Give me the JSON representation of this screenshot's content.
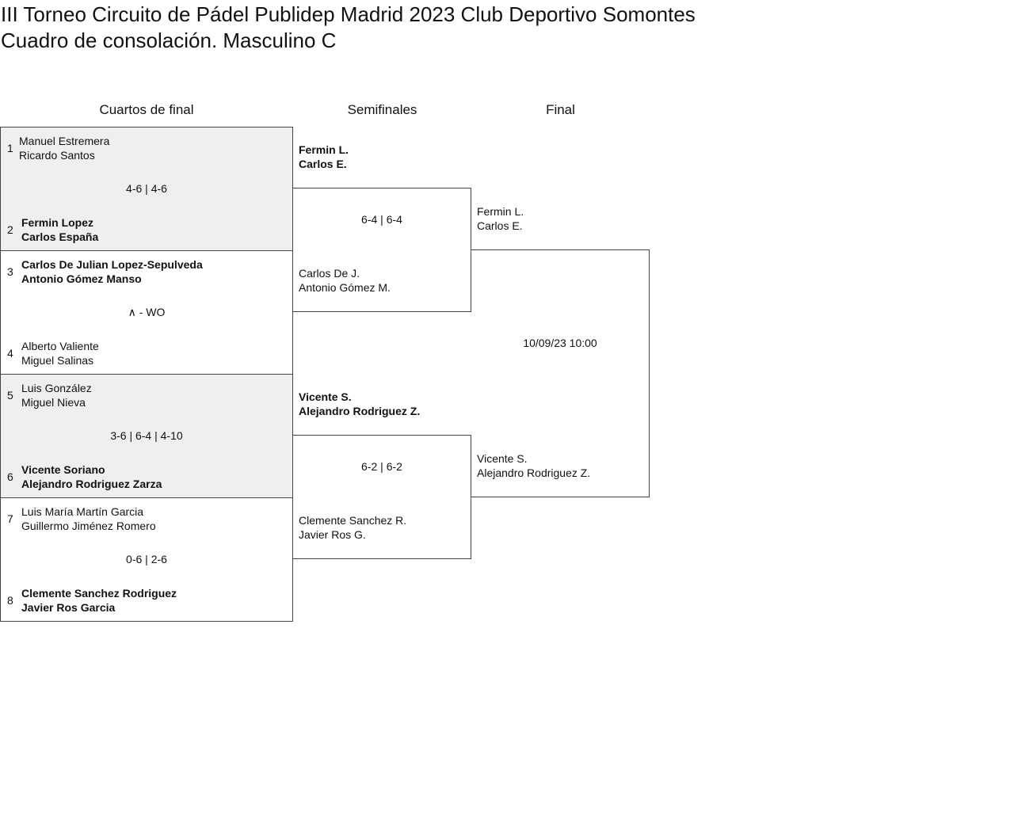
{
  "title": [
    "III Torneo Circuito de Pádel Publidep Madrid 2023 Club Deportivo Somontes",
    "Cuadro de consolación. Masculino C"
  ],
  "rounds": [
    "Cuartos de final",
    "Semifinales",
    "Final"
  ],
  "quarterfinals": [
    {
      "score": "4-6 | 4-6",
      "t1": {
        "num": "1",
        "p1": "Manuel Estremera",
        "p2": "Ricardo Santos",
        "win": false
      },
      "t2": {
        "num": "2",
        "p1": "Fermin Lopez",
        "p2": "Carlos España",
        "win": true
      }
    },
    {
      "score": "∧ - WO",
      "t1": {
        "num": "3",
        "p1": "Carlos De Julian Lopez-Sepulveda",
        "p2": "Antonio Gómez Manso",
        "win": true
      },
      "t2": {
        "num": "4",
        "p1": "Alberto Valiente",
        "p2": "Miguel Salinas",
        "win": false
      }
    },
    {
      "score": "3-6 | 6-4 | 4-10",
      "t1": {
        "num": "5",
        "p1": "Luis González",
        "p2": "Miguel Nieva",
        "win": false
      },
      "t2": {
        "num": "6",
        "p1": "Vicente Soriano",
        "p2": "Alejandro Rodriguez Zarza",
        "win": true
      }
    },
    {
      "score": "0-6 | 2-6",
      "t1": {
        "num": "7",
        "p1": "Luis María Martín Garcia",
        "p2": "Guillermo Jiménez Romero",
        "win": false
      },
      "t2": {
        "num": "8",
        "p1": "Clemente Sanchez Rodriguez",
        "p2": "Javier Ros Garcia",
        "win": true
      }
    }
  ],
  "semifinals": [
    {
      "score": "6-4 | 6-4",
      "t1": {
        "p1": "Fermin L.",
        "p2": "Carlos E."
      },
      "t2": {
        "p1": "Carlos De J.",
        "p2": "Antonio Gómez M."
      }
    },
    {
      "score": "6-2 | 6-2",
      "t1": {
        "p1": "Vicente S.",
        "p2": "Alejandro Rodriguez Z."
      },
      "t2": {
        "p1": "Clemente Sanchez R.",
        "p2": "Javier Ros G."
      }
    }
  ],
  "final": {
    "date": "10/09/23 10:00",
    "t1": {
      "p1": "Fermin L.",
      "p2": "Carlos E."
    },
    "t2": {
      "p1": "Vicente S.",
      "p2": "Alejandro Rodriguez Z."
    }
  },
  "colors": {
    "shade": "#efefef",
    "border": "#444444"
  }
}
